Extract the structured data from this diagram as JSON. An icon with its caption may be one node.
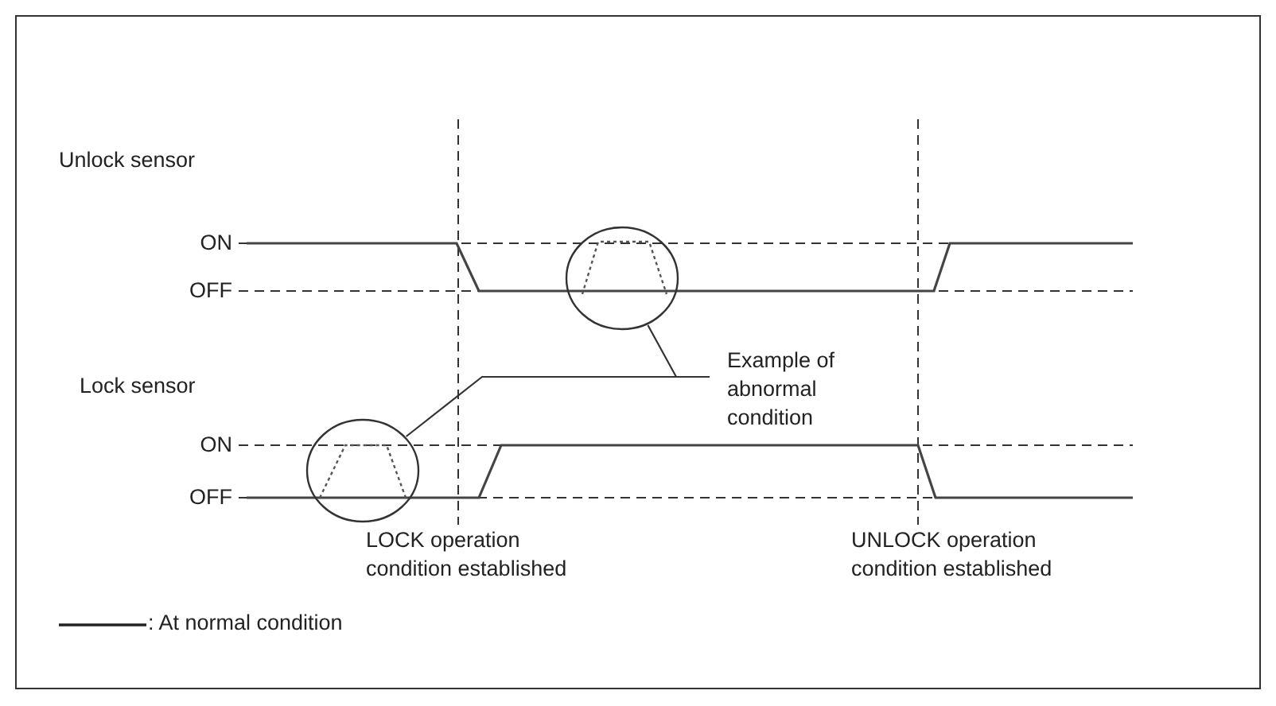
{
  "diagram": {
    "nodes": [
      {
        "text": [
          "Example of abnormal condition"
        ]
      },
      {
        "text": [],
        "shape": "circle"
      },
      {
        "text": [],
        "shape": "circle"
      }
    ],
    "edges": [
      {
        "from": 0,
        "to": 1,
        "arrow": "none"
      },
      {
        "from": 0,
        "to": 2,
        "arrow": "none"
      }
    ],
    "labels": [
      "Unlock sensor",
      "ON",
      "OFF",
      "Lock sensor",
      "ON",
      "OFF",
      "LOCK operation condition established",
      "UNLOCK operation condition established"
    ],
    "legend": [
      {
        "text": ": At normal condition"
      }
    ]
  }
}
